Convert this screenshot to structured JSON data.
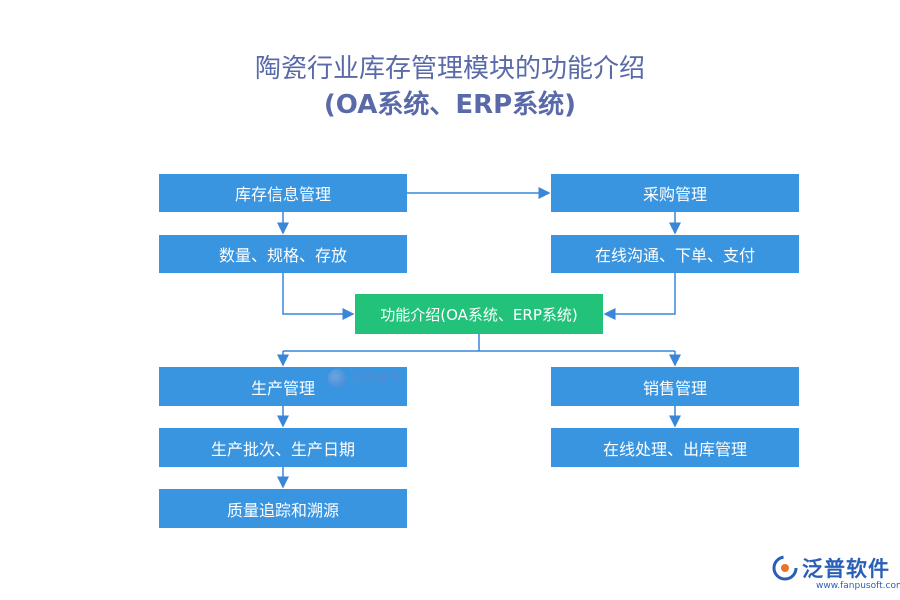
{
  "title": {
    "line1": "陶瓷行业库存管理模块的功能介绍",
    "line2": "(OA系统、ERP系统)"
  },
  "nodes": {
    "inventory_info": "库存信息管理",
    "quantity_spec": "数量、规格、存放",
    "purchase": "采购管理",
    "online_order_pay": "在线沟通、下单、支付",
    "center": "功能介绍(OA系统、ERP系统)",
    "production": "生产管理",
    "production_batch": "生产批次、生产日期",
    "quality_trace": "质量追踪和溯源",
    "sales": "销售管理",
    "online_outbound": "在线处理、出库管理"
  },
  "watermark": {
    "text": "泛普软件"
  },
  "brand": {
    "name": "泛普软件",
    "url": "www.fanpusoft.com"
  },
  "colors": {
    "box": "#3a95e0",
    "center_box": "#22c27a",
    "title": "#5a6aa8",
    "line": "#3a86d8"
  }
}
